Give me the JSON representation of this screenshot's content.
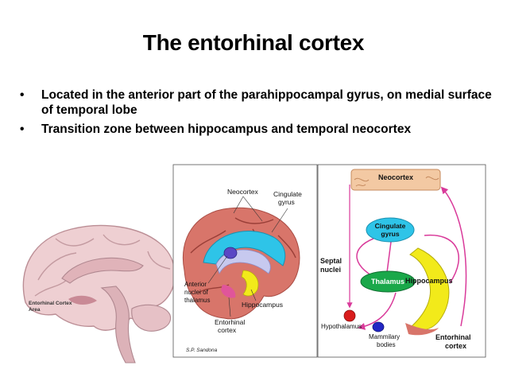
{
  "slide": {
    "title": "The entorhinal cortex",
    "bullets": [
      "Located in the anterior part of the parahippocampal  gyrus, on medial surface of temporal lobe",
      "Transition zone between hippocampus and temporal neocortex"
    ],
    "bullet_glyph": "•"
  },
  "left_figure": {
    "label_line1": "Entorhinal Cortex",
    "label_line2": "Area"
  },
  "middle_figure": {
    "labels": {
      "neocortex": "Neocortex",
      "cingulate_line1": "Cingulate",
      "cingulate_line2": "gyrus",
      "anterior_line1": "Anterior",
      "anterior_line2": "nuclei of",
      "anterior_line3": "thalamus",
      "hippocampus": "Hippocampus",
      "entorhinal_line1": "Entorhinal",
      "entorhinal_line2": "cortex",
      "signature": "S.P. Sandona"
    }
  },
  "right_figure": {
    "labels": {
      "neocortex": "Neocortex",
      "cingulate_line1": "Cingulate",
      "cingulate_line2": "gyrus",
      "septal_line1": "Septal",
      "septal_line2": "nuclei",
      "thalamus": "Thalamus",
      "hippocampus": "Hippocampus",
      "hypothalamus": "Hypothalamus",
      "mammillary_line1": "Mammilary",
      "mammillary_line2": "bodies",
      "entorhinal_line1": "Entorhinal",
      "entorhinal_line2": "cortex"
    }
  },
  "colors": {
    "background": "#ffffff",
    "text": "#000000",
    "cingulate": "#2ec4e8",
    "thalamus": "#1aa84a",
    "hippocampus": "#f2ea1a",
    "pathway": "#d93a9a",
    "neocortex_box": "#f3c9a3",
    "brain_tissue": "#d8756a"
  }
}
